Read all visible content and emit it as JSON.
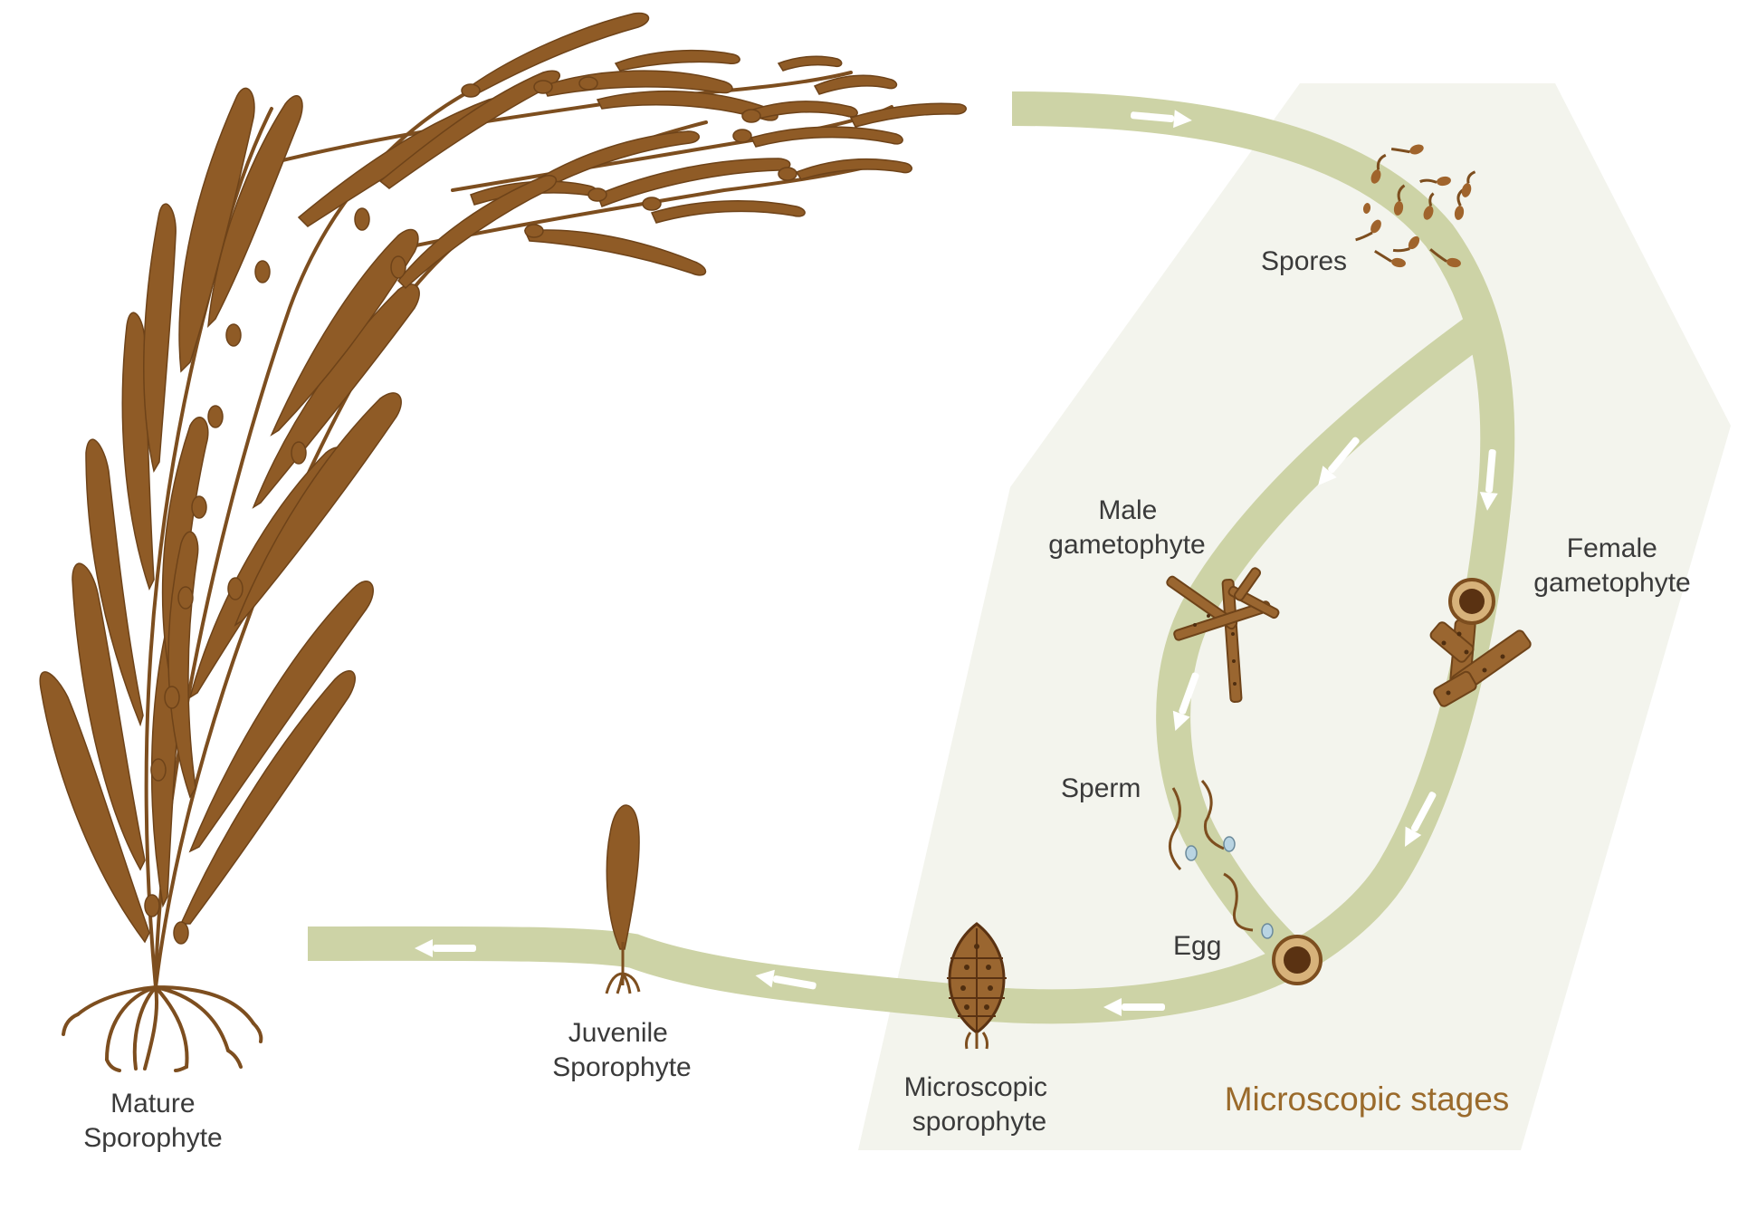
{
  "colors": {
    "background": "#ffffff",
    "microscopic_zone": "#f3f4ed",
    "pathway": "#cdd3a6",
    "kelp_brown": "#8f5b26",
    "label_text": "#3a3a3a",
    "zone_title": "#9a6a2b"
  },
  "labels": {
    "spores": "Spores",
    "male_gametophyte": [
      "Male",
      "gametophyte"
    ],
    "female_gametophyte": [
      "Female",
      "gametophyte"
    ],
    "sperm": "Sperm",
    "egg": "Egg",
    "microscopic_sporophyte": [
      "Microscopic",
      "sporophyte"
    ],
    "juvenile_sporophyte": [
      "Juvenile",
      "Sporophyte"
    ],
    "mature_sporophyte": [
      "Mature",
      "Sporophyte"
    ],
    "zone_title": "Microscopic stages"
  }
}
